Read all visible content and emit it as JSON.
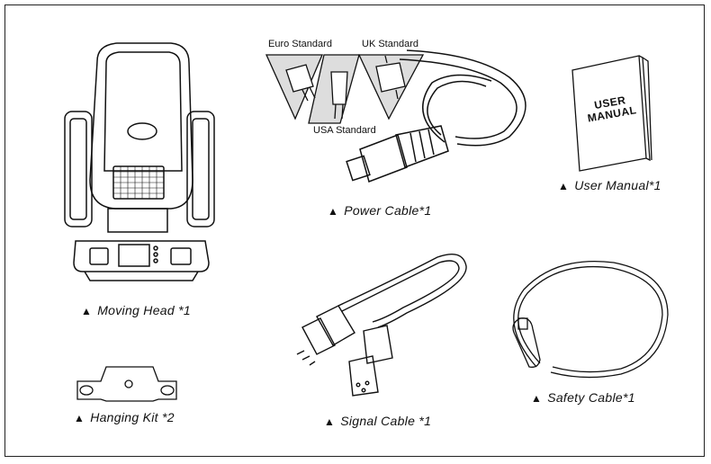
{
  "captions": {
    "moving_head": "Moving Head *1",
    "power_cable": "Power Cable*1",
    "user_manual": "User Manual*1",
    "hanging_kit": "Hanging Kit *2",
    "signal_cable": "Signal Cable *1",
    "safety_cable": "Safety Cable*1"
  },
  "plug_labels": {
    "euro": "Euro Standard",
    "uk": "UK Standard",
    "usa": "USA Standard"
  },
  "manual": {
    "line1": "USER",
    "line2": "MANUAL"
  },
  "bullet_symbol": "▲"
}
